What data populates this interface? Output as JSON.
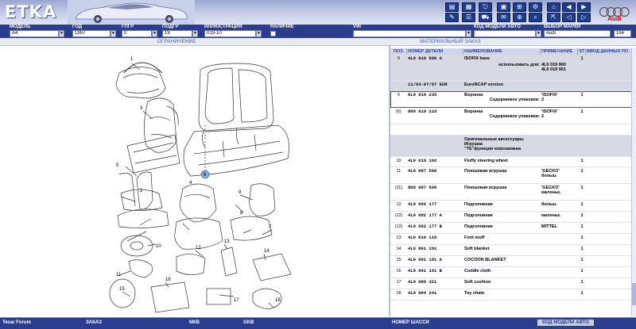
{
  "app": {
    "title": "ETKA",
    "brand": "Audi"
  },
  "header": {
    "buttons_left": [
      "print-icon",
      "print-preview-icon",
      "wrench-icon",
      "truck-icon",
      "exit-icon",
      "archive-icon",
      "cart-icon",
      "gear-icon",
      "home-icon",
      "fast-back-icon",
      "back-icon",
      "forward-icon",
      "fast-forward-icon"
    ]
  },
  "filters": {
    "model": {
      "label": "МОДЕЛЬ",
      "value": "A4"
    },
    "year": {
      "label": "ГОД",
      "value": "1997"
    },
    "main_group": {
      "label": "ГПГР",
      "value": "0"
    },
    "sub_group": {
      "label": "ПОДГР",
      "value": "19"
    },
    "illustration": {
      "label": "ИЛЛЮСТРАЦИЯ",
      "value": "019-10"
    },
    "availability": {
      "label": "НАЛИЧИЕ"
    },
    "vin": {
      "label": "VIN",
      "value": ""
    },
    "vehicle_code": {
      "label": "КОД МОДЕЛИ АВТО",
      "value": ""
    },
    "brand_select": {
      "label": "ВЫБОР МАРКИ",
      "value": "Audi",
      "extra": "156"
    }
  },
  "subbar": {
    "left": "ОГРАНИЧЕНИЕ",
    "right": "МАТЕРИАЛЬНЫЙ ЗАКАЗ"
  },
  "illustration": {
    "callouts": [
      "1",
      "2",
      "3",
      "4",
      "5",
      "6",
      "7",
      "8",
      "9",
      "10",
      "11",
      "12",
      "13",
      "14",
      "15",
      "16",
      "17",
      "18"
    ]
  },
  "table": {
    "headers": [
      "ПОЗ.",
      "НОМЕР ДЕТАЛИ",
      "НАИМЕНОВАНИЕ",
      "ПРИМЕЧАНИЕ",
      "ST",
      "ВВОД ДАННЫХ ПО"
    ],
    "rows": [
      {
        "pos": "5",
        "part": "4L0 019 900 A",
        "name": "ISOFIX base",
        "note": "",
        "qty": "1",
        "grey": true,
        "hl": false,
        "h": 33,
        "sub": {
          "text": "использовать для:",
          "note": "4L0 019 900\n4L0 019 901"
        }
      },
      {
        "pos": "",
        "part": "11/94-07/97 EUR",
        "name": "EuroNCAP version",
        "note": "",
        "qty": "",
        "grey": true,
        "hl": false,
        "h": 13
      },
      {
        "pos": "6",
        "part": "8L0 019 235",
        "name": "Воронка",
        "note": "'ISOFIX'",
        "qty": "1",
        "grey": false,
        "hl": true,
        "h": 21,
        "sub": {
          "text": "Содержимое упаковки:",
          "note": "2"
        }
      },
      {
        "pos": "(6)",
        "part": "8K0 019 233",
        "name": "Воронка",
        "note": "'ISOFIX'",
        "qty": "1",
        "grey": false,
        "hl": false,
        "h": 21,
        "sub": {
          "text": "Содержимое упаковки:",
          "note": "2"
        }
      },
      {
        "pos": "",
        "part": "",
        "name": "",
        "note": "",
        "qty": "",
        "grey": false,
        "hl": false,
        "h": 14
      },
      {
        "pos": "",
        "part": "",
        "name": "Оригинальные аксессуары\nИгрушка\n\"ТЕ\"функция новозможна",
        "note": "",
        "qty": "",
        "grey": true,
        "hl": false,
        "h": 27
      },
      {
        "pos": "10",
        "part": "4L0 019 102",
        "name": "Fluffy steering wheel",
        "note": "",
        "qty": "1",
        "grey": false,
        "hl": false,
        "h": 13
      },
      {
        "pos": "11",
        "part": "4L0 087 500",
        "name": "Плюшевая игрушка",
        "note": "'GECKO'\nбольш.",
        "qty": "1",
        "grey": false,
        "hl": false,
        "h": 21
      },
      {
        "pos": "(11)",
        "part": "8K0 087 500",
        "name": "Плюшевая игрушка",
        "note": "'GECKO'\nмаленьк.",
        "qty": "1",
        "grey": false,
        "hl": false,
        "h": 21
      },
      {
        "pos": "12",
        "part": "4L0 092 177",
        "name": "Подголовник",
        "note": "больш.",
        "qty": "1",
        "grey": false,
        "hl": false,
        "h": 14
      },
      {
        "pos": "(12)",
        "part": "4L0 092 177 A",
        "name": "Подголовник",
        "note": "маленьк.",
        "qty": "1",
        "grey": false,
        "hl": false,
        "h": 14
      },
      {
        "pos": "(12)",
        "part": "4L0 092 177 B",
        "name": "Подголовник",
        "note": "MITTEL",
        "qty": "1",
        "grey": false,
        "hl": false,
        "h": 14
      },
      {
        "pos": "13",
        "part": "4L0 019 119",
        "name": "Foot muff",
        "note": "",
        "qty": "1",
        "grey": false,
        "hl": false,
        "h": 14
      },
      {
        "pos": "14",
        "part": "4L0 061 191",
        "name": "Soft blanket",
        "note": "",
        "qty": "1",
        "grey": false,
        "hl": false,
        "h": 14
      },
      {
        "pos": "15",
        "part": "4L0 061 191 A",
        "name": "COCOON BLANKET",
        "note": "",
        "qty": "1",
        "grey": false,
        "hl": false,
        "h": 14
      },
      {
        "pos": "16",
        "part": "4L0 061 191 B",
        "name": "Cuddle cloth",
        "note": "",
        "qty": "1",
        "grey": false,
        "hl": false,
        "h": 14
      },
      {
        "pos": "17",
        "part": "4L0 089 321",
        "name": "Soft cushion",
        "note": "",
        "qty": "1",
        "grey": false,
        "hl": false,
        "h": 14
      },
      {
        "pos": "18",
        "part": "4L0 084 241",
        "name": "Toy chain",
        "note": "",
        "qty": "1",
        "grey": false,
        "hl": false,
        "h": 14
      }
    ]
  },
  "footer": {
    "tecar": "Tecar Forum",
    "order": "ЗАКАЗ",
    "mkb": "МКВ",
    "gkb": "GKB",
    "chassis": "НОМЕР ШАССИ",
    "vehicle_code": "КОД МОДЕЛИ АВТО"
  },
  "colors": {
    "accent": "#2a3d8f",
    "header_light": "#c4cbe6",
    "highlight": "#3050a0",
    "audi_red": "#cc0000"
  }
}
